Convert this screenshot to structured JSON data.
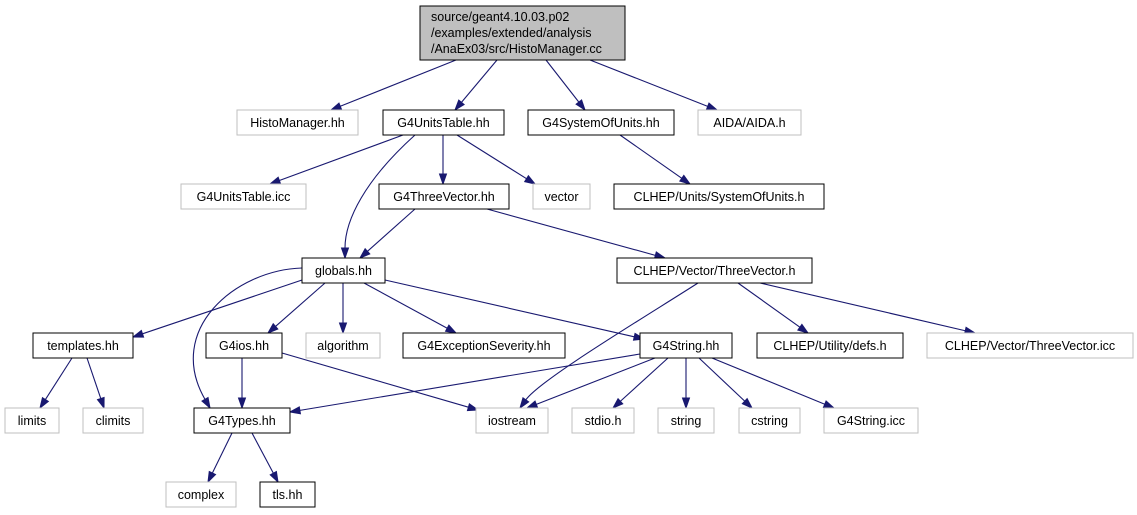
{
  "diagram": {
    "root": {
      "line1": "source/geant4.10.03.p02",
      "line2": "/examples/extended/analysis",
      "line3": "/AnaEx03/src/HistoManager.cc"
    },
    "nodes": {
      "histomanager_hh": "HistoManager.hh",
      "g4unitstable_hh": "G4UnitsTable.hh",
      "g4systemofunits_hh": "G4SystemOfUnits.hh",
      "aida_h": "AIDA/AIDA.h",
      "g4unitstable_icc": "G4UnitsTable.icc",
      "g4threevector_hh": "G4ThreeVector.hh",
      "vector": "vector",
      "clhep_units_systemofunits_h": "CLHEP/Units/SystemOfUnits.h",
      "globals_hh": "globals.hh",
      "clhep_vector_threevector_h": "CLHEP/Vector/ThreeVector.h",
      "templates_hh": "templates.hh",
      "g4ios_hh": "G4ios.hh",
      "algorithm": "algorithm",
      "g4exceptionseverity_hh": "G4ExceptionSeverity.hh",
      "g4string_hh": "G4String.hh",
      "clhep_utility_defs_h": "CLHEP/Utility/defs.h",
      "clhep_vector_threevector_icc": "CLHEP/Vector/ThreeVector.icc",
      "limits": "limits",
      "climits": "climits",
      "g4types_hh": "G4Types.hh",
      "iostream": "iostream",
      "stdio_h": "stdio.h",
      "string": "string",
      "cstring": "cstring",
      "g4string_icc": "G4String.icc",
      "complex": "complex",
      "tls_hh": "tls.hh"
    },
    "colors": {
      "edge": "#191970",
      "root_fill": "#bfbfbf",
      "documented_border": "#000000",
      "external_border": "#bfbfbf"
    }
  }
}
